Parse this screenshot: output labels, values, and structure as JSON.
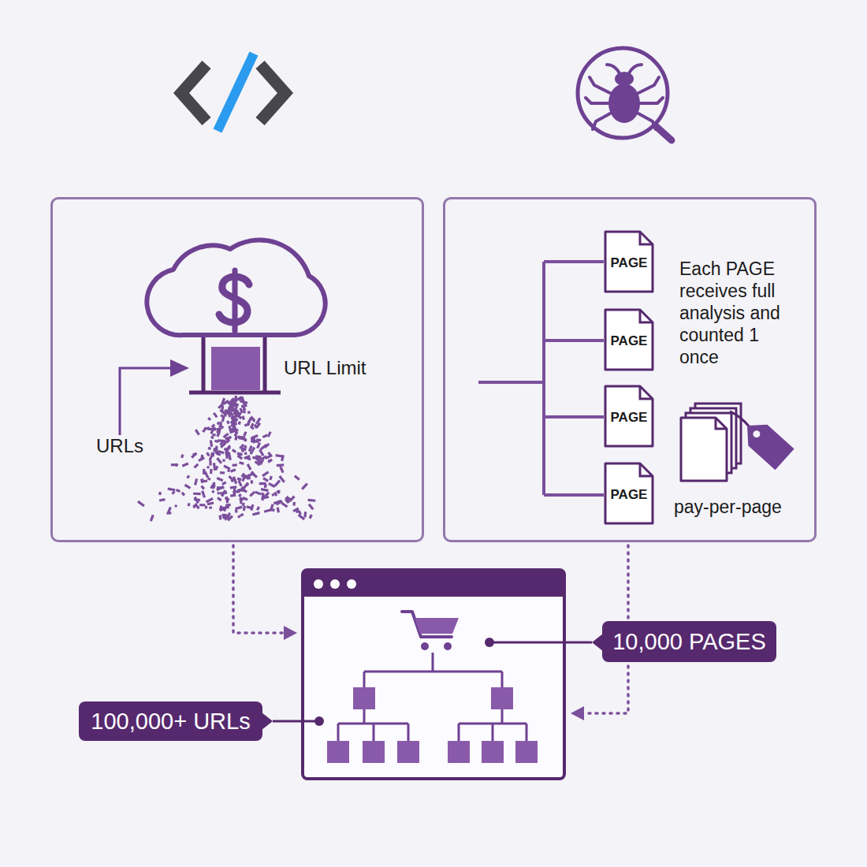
{
  "diagram": {
    "nodes": [
      {
        "text": [
          "URL Limit",
          "URLs"
        ]
      },
      {
        "text": [
          "Each PAGE receives full analysis and counted 1 once",
          "pay-per-page"
        ]
      },
      {
        "text": [
          "PAGE"
        ],
        "in": 1
      },
      {
        "text": [
          "PAGE"
        ],
        "in": 1
      },
      {
        "text": [
          "PAGE"
        ],
        "in": 1
      },
      {
        "text": [
          "PAGE"
        ],
        "in": 1
      },
      {
        "text": [
          "10,000 PAGES"
        ]
      },
      {
        "text": [
          "100,000+ URLs"
        ]
      }
    ]
  }
}
